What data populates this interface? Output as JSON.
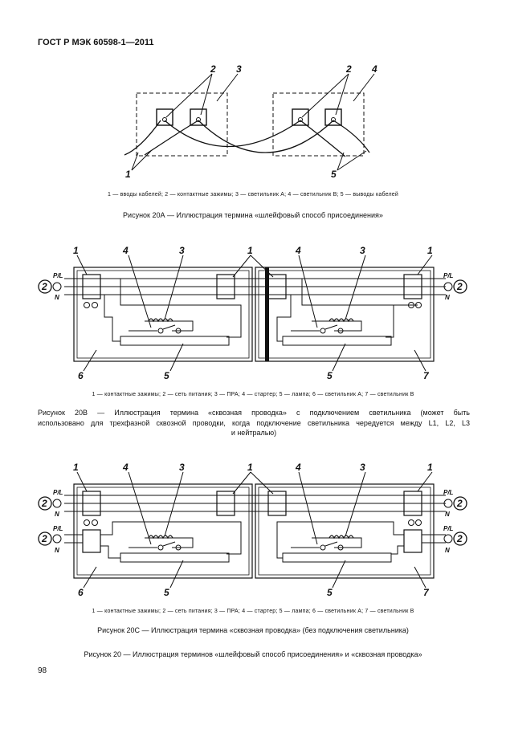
{
  "header": {
    "title": "ГОСТ Р МЭК 60598-1—2011"
  },
  "figure_a": {
    "labels": {
      "n1": "1",
      "n2a": "2",
      "n3": "3",
      "n2b": "2",
      "n4": "4",
      "n5": "5"
    },
    "legend": "1 — вводы кабелей;  2 — контактные зажимы;  3 — светильник А;  4 — светильник В;  5 — выводы кабелей",
    "caption": "Рисунок 20А — Иллюстрация термина «шлейфовый способ присоединения»"
  },
  "figure_b": {
    "labels": {
      "n1a": "1",
      "n4a": "4",
      "n3a": "3",
      "n1b": "1",
      "n4b": "4",
      "n3b": "3",
      "n1c": "1",
      "n6": "6",
      "n5a": "5",
      "n5b": "5",
      "n7": "7",
      "c2l": "2",
      "c2r": "2",
      "pl_l": "P/L",
      "n_l": "N",
      "pl_r": "P/L",
      "n_r": "N"
    },
    "legend": "1 — контактные зажимы;  2 — сеть питания;  3 — ПРА;  4 — стартер;  5 — лампа;  6 — светильник А;  7 — светильник В",
    "caption_line1": "Рисунок 20В — Иллюстрация термина «сквозная проводка» с подключением светильника (может быть",
    "caption_line2": "использовано для трехфазной сквозной проводки, когда подключение светильника чередуется между L1, L2, L3",
    "caption_line3": "и нейтралью)"
  },
  "figure_c": {
    "labels": {
      "n1a": "1",
      "n4a": "4",
      "n3a": "3",
      "n1b": "1",
      "n4b": "4",
      "n3b": "3",
      "n1c": "1",
      "n6": "6",
      "n5a": "5",
      "n5b": "5",
      "n7": "7",
      "c2l1": "2",
      "c2l2": "2",
      "c2r1": "2",
      "c2r2": "2",
      "pl_l1": "P/L",
      "n_l1": "N",
      "pl_l2": "P/L",
      "n_l2": "N",
      "pl_r1": "P/L",
      "n_r1": "N",
      "pl_r2": "P/L",
      "n_r2": "N"
    },
    "legend": "1 — контактные зажимы;  2 — сеть питания;  3 — ПРА;  4 — стартер;  5 — лампа;  6 — светильник А;  7 — светильник В",
    "caption": "Рисунок 20С — Иллюстрация термина «сквозная проводка» (без подключения светильника)"
  },
  "figure_main_caption": "Рисунок 20 — Иллюстрация терминов «шлейфовый способ присоединения» и «сквозная проводка»",
  "page_number": "98"
}
